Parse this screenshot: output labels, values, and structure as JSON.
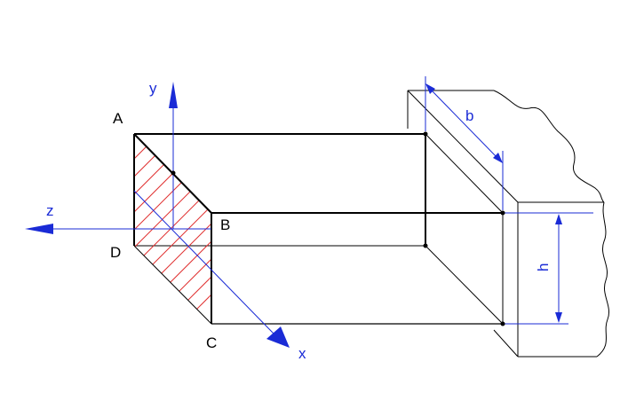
{
  "labels": {
    "A": "A",
    "B": "B",
    "C": "C",
    "D": "D",
    "x": "x",
    "y": "y",
    "z": "z",
    "b": "b",
    "h": "h"
  },
  "colors": {
    "line": "#000000",
    "axis": "#1a2bd6",
    "hatch": "#e03030"
  }
}
